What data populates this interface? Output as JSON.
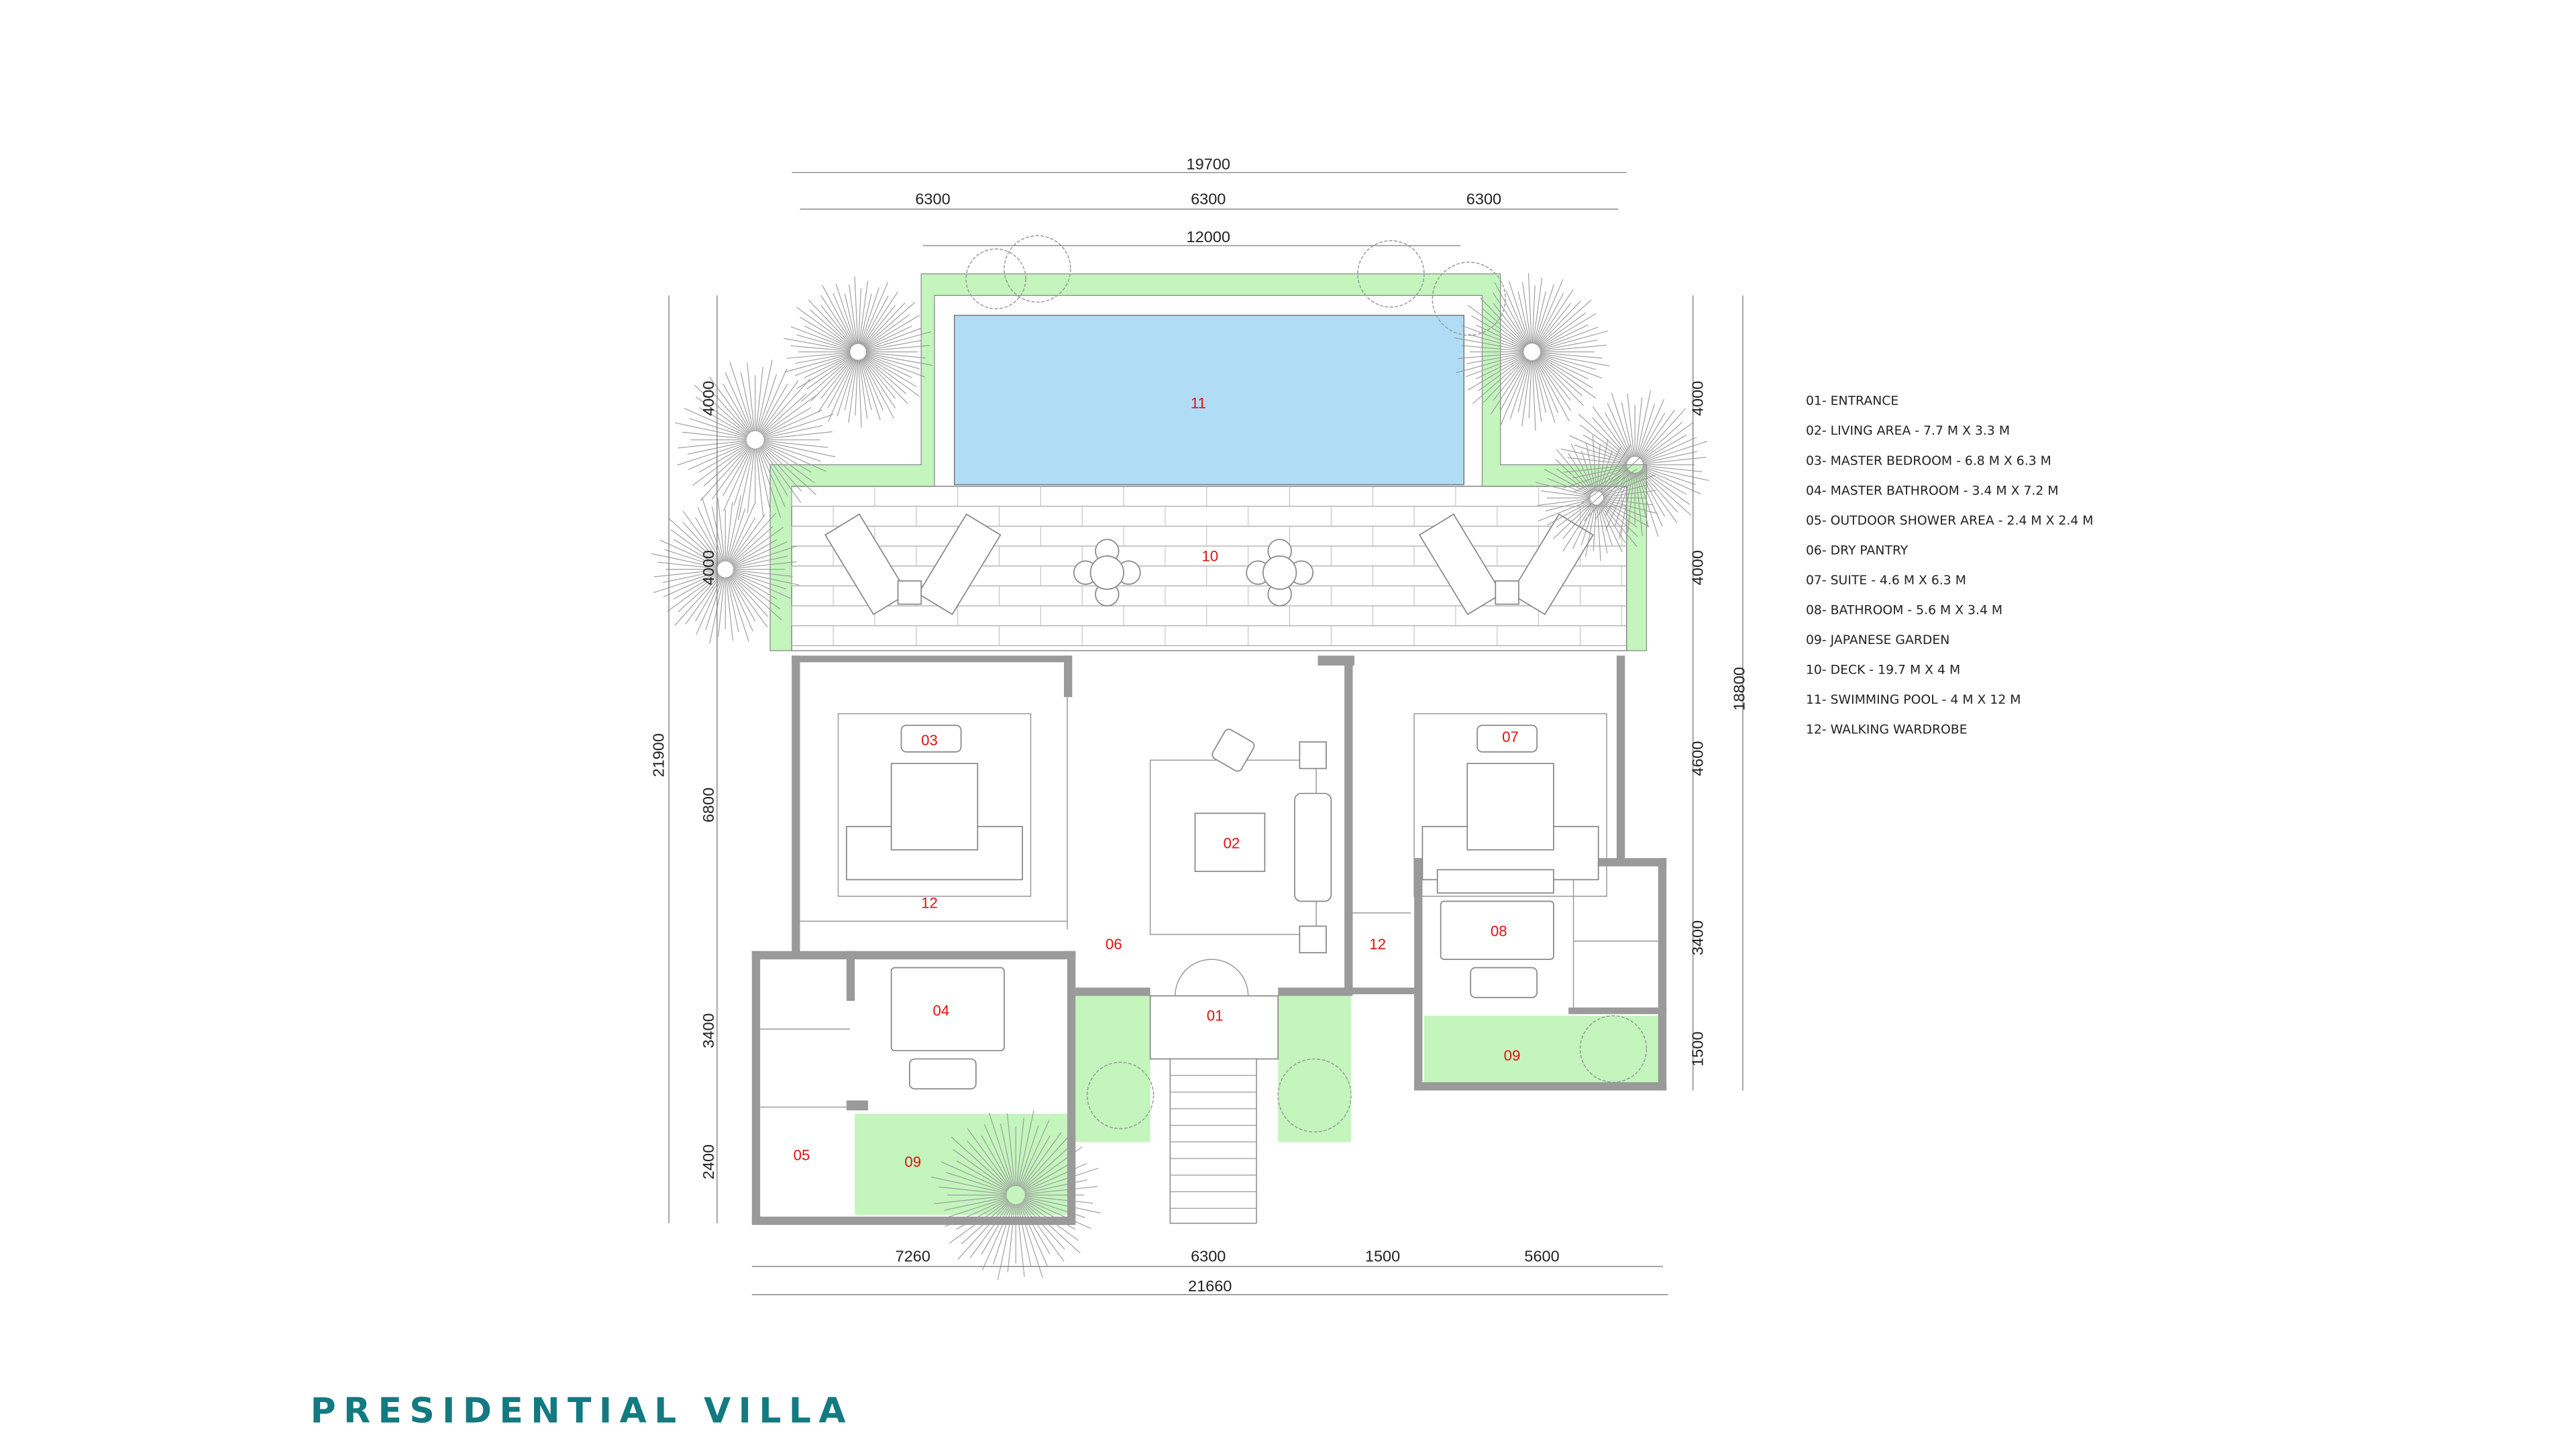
{
  "title": "PRESIDENTIAL VILLA",
  "legend": [
    "01- ENTRANCE",
    "02- LIVING AREA - 7.7 M X 3.3 M",
    "03- MASTER BEDROOM - 6.8 M X 6.3 M",
    "04- MASTER BATHROOM - 3.4 M X 7.2 M",
    "05- OUTDOOR SHOWER AREA - 2.4 M X 2.4 M",
    "06- DRY PANTRY",
    "07- SUITE - 4.6 M X 6.3 M",
    "08- BATHROOM - 5.6 M X 3.4 M",
    "09- JAPANESE GARDEN",
    "10- DECK - 19.7 M X 4 M",
    "11- SWIMMING POOL - 4 M X 12 M",
    "12- WALKING WARDROBE"
  ],
  "dimensions": {
    "top": {
      "overall": "19700",
      "left": "6300",
      "middle": "6300",
      "right": "6300",
      "pool": "12000"
    },
    "bottom": {
      "overall": "21660",
      "a": "7260",
      "b": "6300",
      "c": "1500",
      "d": "5600"
    },
    "left": {
      "overall": "21900",
      "a": "4000",
      "b": "4000",
      "c": "6800",
      "d": "3400",
      "e": "2400"
    },
    "right": {
      "overall": "18800",
      "a": "4000",
      "b": "4000",
      "c": "4600",
      "d": "3400",
      "e": "1500"
    }
  },
  "rooms": {
    "entrance": "01",
    "living": "02",
    "master_bedroom": "03",
    "master_bathroom": "04",
    "outdoor_shower": "05",
    "dry_pantry": "06",
    "suite": "07",
    "bathroom": "08",
    "garden_left": "09",
    "garden_right": "09",
    "deck": "10",
    "pool": "11",
    "wardrobe_left": "12",
    "wardrobe_right": "12"
  },
  "colors": {
    "pool": "#b0ddf5",
    "garden": "#c3f5bd",
    "title": "#127a80",
    "room_label": "#dd1111"
  }
}
